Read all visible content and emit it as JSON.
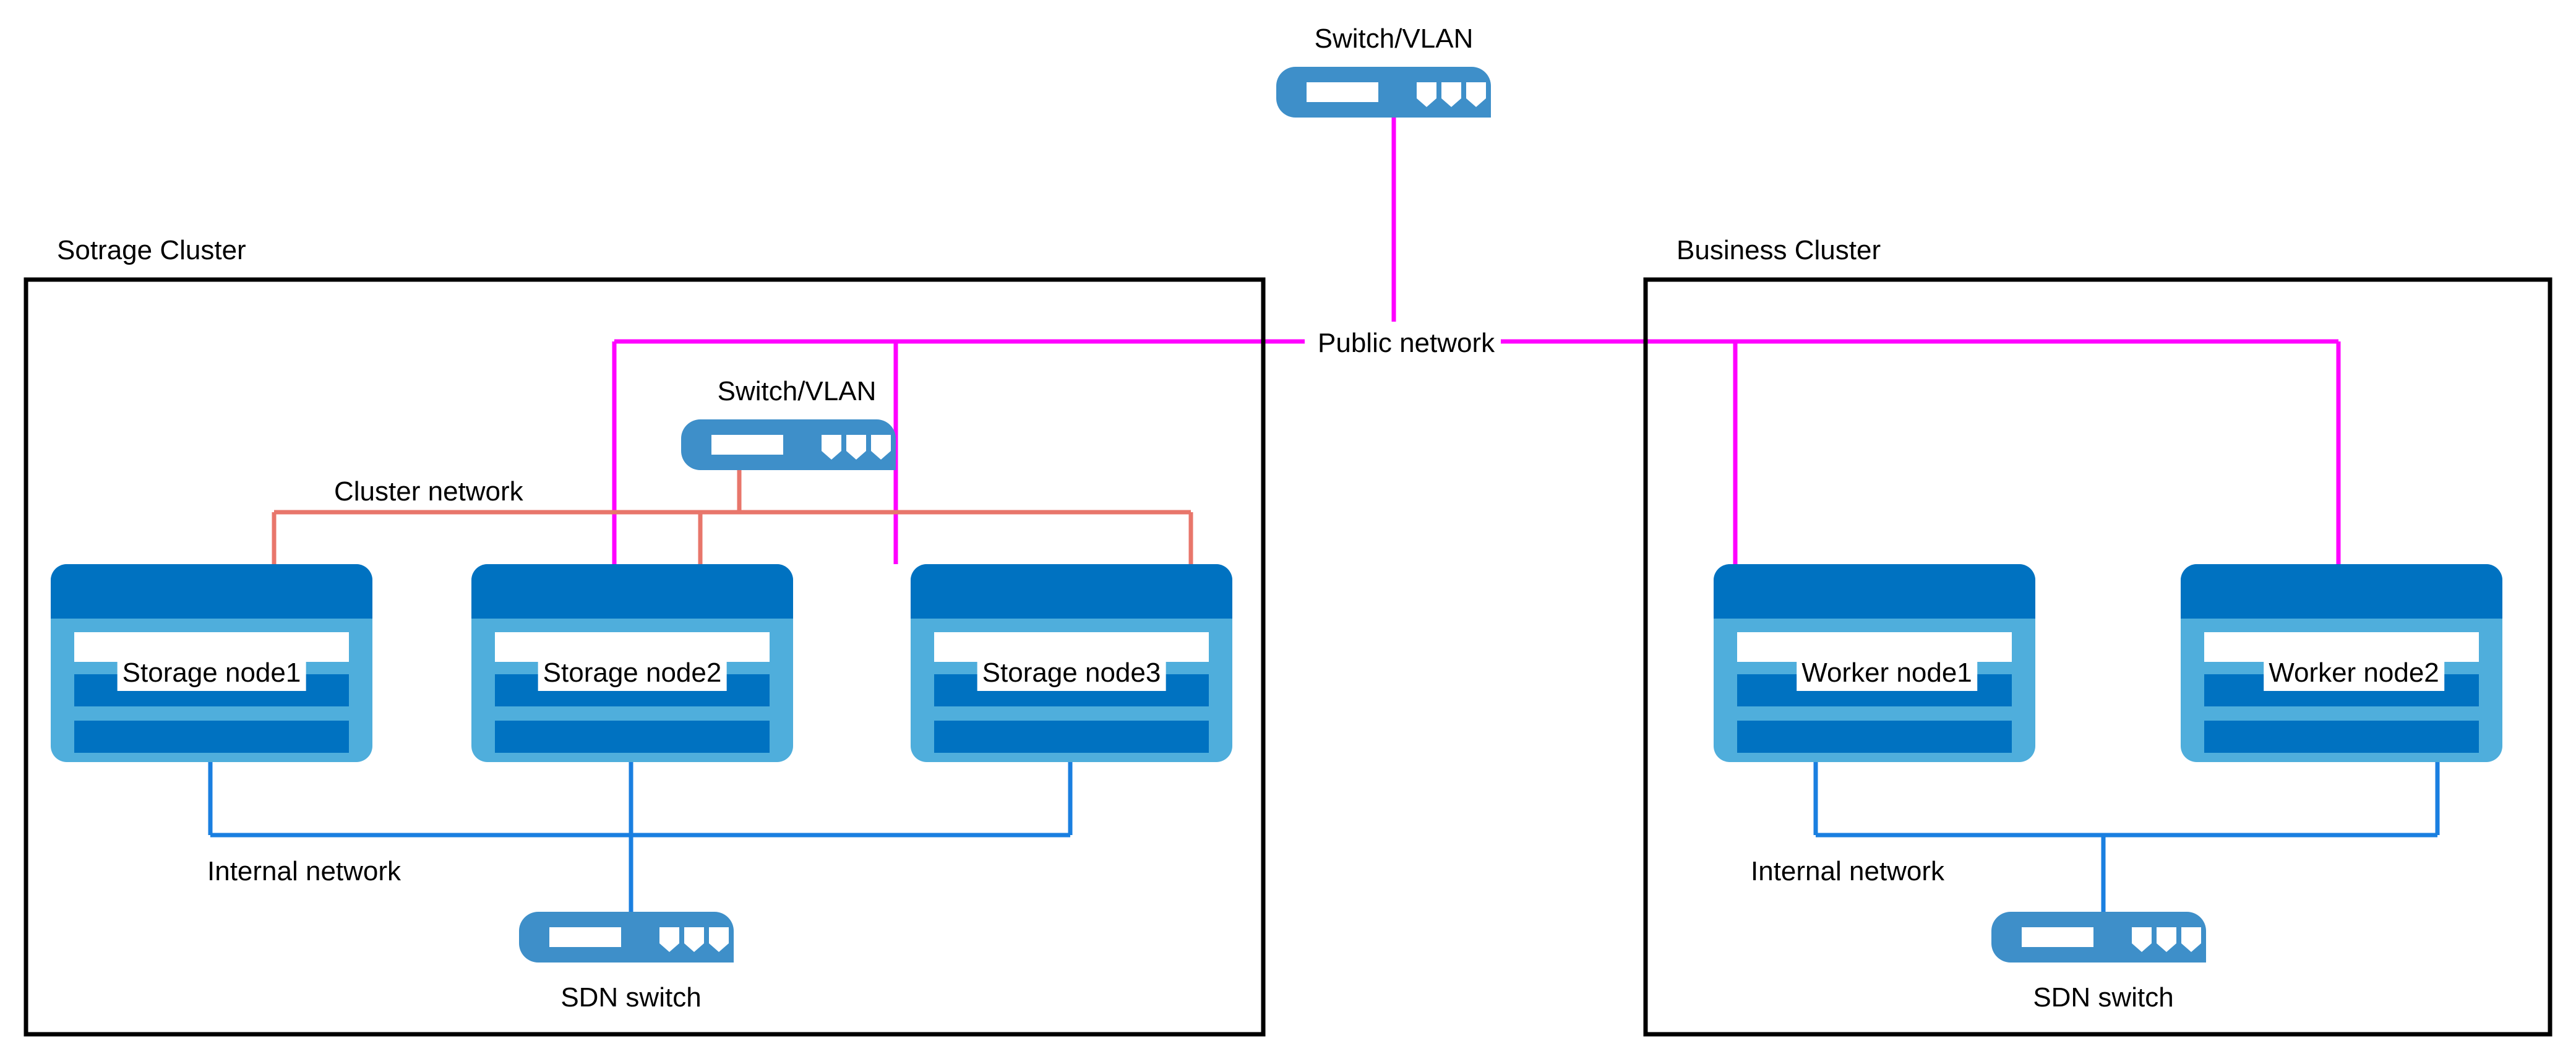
{
  "diagram": {
    "title_text_present": false,
    "colors": {
      "public_network": "#FF00FF",
      "cluster_network": "#E8766B",
      "internal_network": "#1A7FE0",
      "node_header": "#0072C1",
      "node_body": "#4FAEDC",
      "node_slot": "#0072C1",
      "switch_body": "#3E8FC9",
      "boundary": "#000000",
      "background": "#FFFFFF"
    }
  },
  "clusters": [
    {
      "id": "storage",
      "label": "Sotrage Cluster",
      "nodes": [
        {
          "id": "storage-node-1",
          "label": "Storage node1"
        },
        {
          "id": "storage-node-2",
          "label": "Storage node2"
        },
        {
          "id": "storage-node-3",
          "label": "Storage node3"
        }
      ],
      "switch": {
        "id": "storage-switch-vlan",
        "label": "Switch/VLAN",
        "icon": "network-switch-icon"
      },
      "sdn_switch": {
        "id": "storage-sdn-switch",
        "label": "SDN switch",
        "icon": "network-switch-icon"
      },
      "networks": [
        {
          "id": "cluster-network",
          "label": "Cluster network",
          "color": "#E8766B"
        },
        {
          "id": "internal-network-storage",
          "label": "Internal network",
          "color": "#1A7FE0"
        }
      ]
    },
    {
      "id": "business",
      "label": "Business Cluster",
      "nodes": [
        {
          "id": "worker-node-1",
          "label": "Worker node1"
        },
        {
          "id": "worker-node-2",
          "label": "Worker node2"
        }
      ],
      "sdn_switch": {
        "id": "business-sdn-switch",
        "label": "SDN switch",
        "icon": "network-switch-icon"
      },
      "networks": [
        {
          "id": "internal-network-business",
          "label": "Internal network",
          "color": "#1A7FE0"
        }
      ]
    }
  ],
  "top_switch": {
    "id": "core-switch-vlan",
    "label": "Switch/VLAN",
    "icon": "network-switch-icon"
  },
  "public_network": {
    "id": "public-network",
    "label": "Public network",
    "color": "#FF00FF"
  }
}
